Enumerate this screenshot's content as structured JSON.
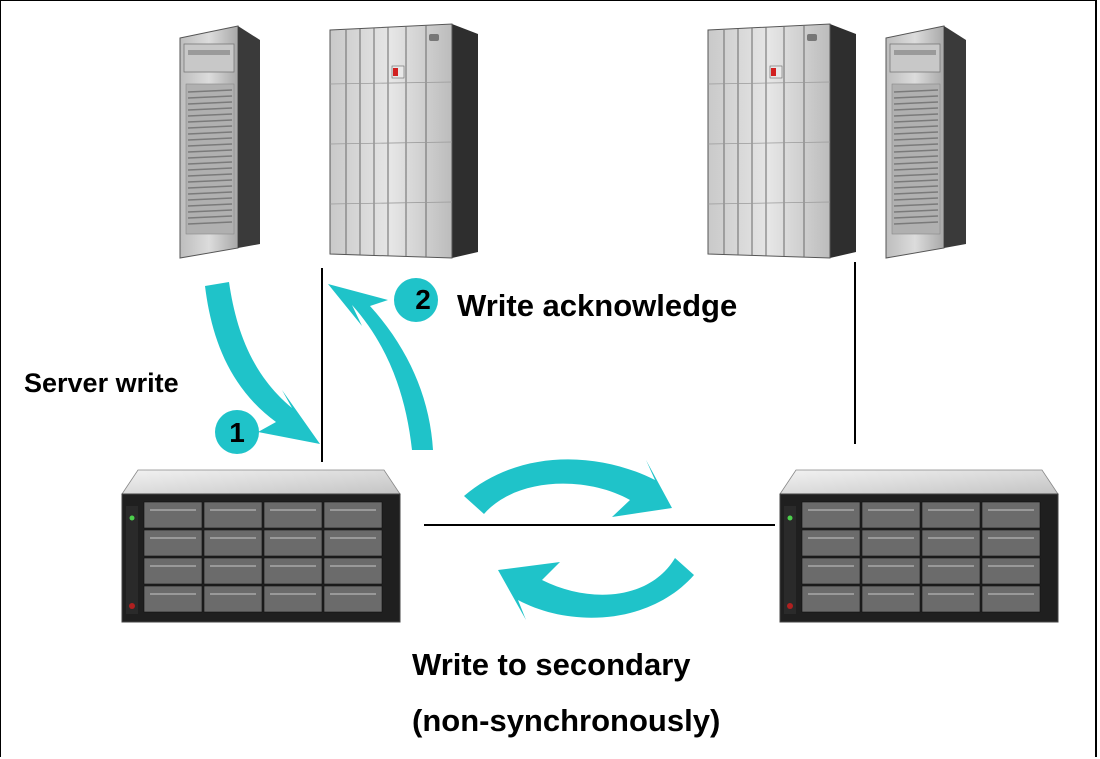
{
  "labels": {
    "server_write": "Server write",
    "write_acknowledge": "Write acknowledge",
    "write_to_secondary": "Write to secondary",
    "non_synchronously": "(non-synchronously)"
  },
  "steps": {
    "step1": "1",
    "step2": "2"
  },
  "colors": {
    "arrow": "#1fc3c9",
    "line": "#000000",
    "badge": "#1fc3c9"
  },
  "icons": {
    "primary_server": "tower-server-icon",
    "primary_mainframe": "mainframe-icon",
    "secondary_mainframe": "mainframe-icon",
    "secondary_server": "tower-server-icon",
    "primary_storage": "disk-array-icon",
    "secondary_storage": "disk-array-icon"
  }
}
